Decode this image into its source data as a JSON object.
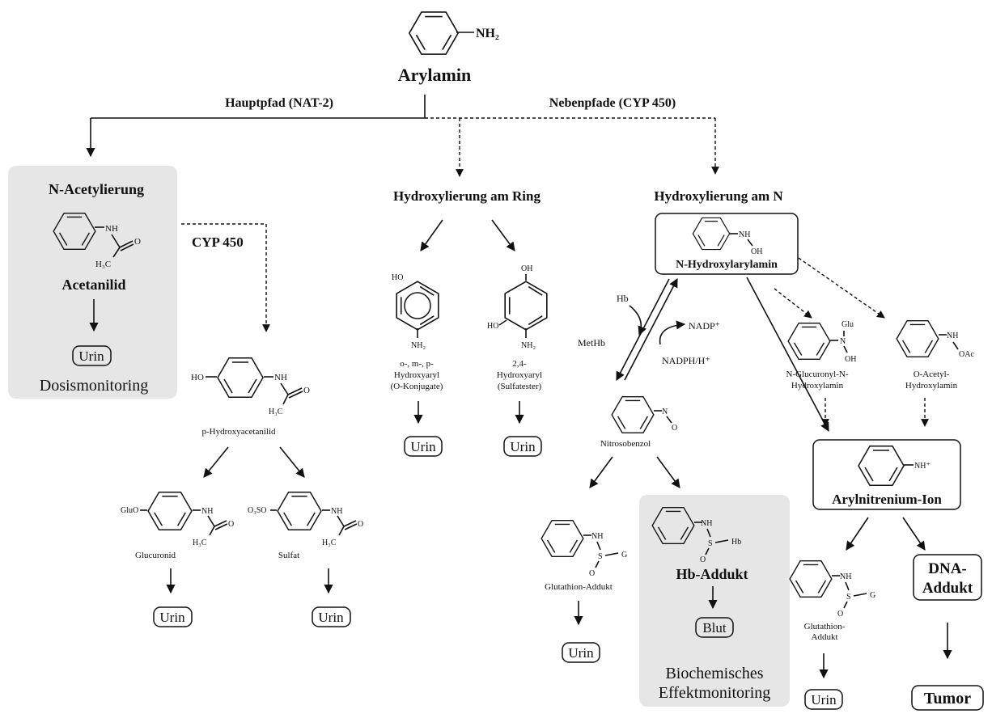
{
  "top": {
    "formula": "NH₂",
    "title": "Arylamin"
  },
  "branches": {
    "main": "Hauptpfad (NAT-2)",
    "side": "Nebenpfade (CYP 450)"
  },
  "acetylation": {
    "heading": "N-Acetylierung",
    "product": "Acetanilid",
    "sub_nh": "NH",
    "sub_o": "O",
    "sub_h3c": "H₃C",
    "urine": "Urin",
    "caption": "Dosismonitoring",
    "cyp": "CYP 450"
  },
  "p_hydroxy": {
    "name": "p-Hydroxyacetanilid",
    "ho": "HO",
    "nh": "NH",
    "o": "O",
    "h3c": "H₃C",
    "gluc": {
      "prefix": "GluO",
      "name": "Glucuronid",
      "urine": "Urin"
    },
    "sulf": {
      "prefix": "O₃SO",
      "name": "Sulfat",
      "urine": "Urin"
    }
  },
  "ring_hydroxylation": {
    "heading": "Hydroxylierung am Ring",
    "left": {
      "ho": "HO",
      "nh2": "NH₂",
      "l1": "o-, m-, p-",
      "l2": "Hydroxyaryl",
      "l3": "(O-Konjugate)",
      "urine": "Urin"
    },
    "right": {
      "oh": "OH",
      "ho": "HO",
      "nh2": "NH₂",
      "l1": "2,4-",
      "l2": "Hydroxyaryl",
      "l3": "(Sulfatester)",
      "urine": "Urin"
    }
  },
  "n_hydroxylation": {
    "heading": "Hydroxylierung am N",
    "product": "N-Hydroxylarylamin",
    "nh": "NH",
    "oh": "OH",
    "hb": "Hb",
    "methb": "MetHb",
    "nadp": "NADP⁺",
    "nadph": "NADPH/H⁺"
  },
  "nitroso": {
    "name": "Nitrosobenzol",
    "n": "N",
    "o": "O",
    "glut": {
      "nh": "NH",
      "s": "S",
      "g": "G",
      "o": "O",
      "name": "Glutathion-Addukt",
      "urine": "Urin"
    },
    "hb": {
      "nh": "NH",
      "s": "S",
      "hb": "Hb",
      "o": "O",
      "name": "Hb-Addukt",
      "blood": "Blut",
      "cap1": "Biochemisches",
      "cap2": "Effektmonitoring"
    }
  },
  "glucuronyl": {
    "glu": "Glu",
    "n": "N",
    "oh": "OH",
    "l1": "N-Glucuronyl-N-",
    "l2": "Hydroxylamin"
  },
  "acetyl": {
    "nh": "NH",
    "oac": "OAc",
    "l1": "O-Acetyl-",
    "l2": "Hydroxylamin"
  },
  "nitrenium": {
    "nh": "NH⁺",
    "name": "Arylnitrenium-Ion",
    "glut": {
      "nh": "NH",
      "s": "S",
      "g": "G",
      "o": "O",
      "l1": "Glutathion-",
      "l2": "Addukt",
      "urine": "Urin"
    },
    "dna1": "DNA-",
    "dna2": "Addukt",
    "tumor": "Tumor"
  }
}
